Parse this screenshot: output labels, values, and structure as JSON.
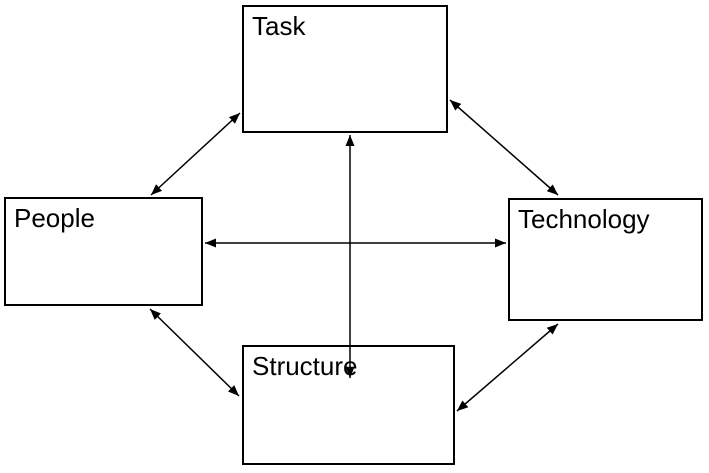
{
  "diagram": {
    "nodes": {
      "task": {
        "label": "Task"
      },
      "people": {
        "label": "People"
      },
      "technology": {
        "label": "Technology"
      },
      "structure": {
        "label": "Structure"
      }
    },
    "edges": [
      {
        "from": "Task",
        "to": "People",
        "arrowheads": "both"
      },
      {
        "from": "Task",
        "to": "Technology",
        "arrowheads": "both"
      },
      {
        "from": "Task",
        "to": "Structure",
        "arrowheads": "both"
      },
      {
        "from": "People",
        "to": "Technology",
        "arrowheads": "both"
      },
      {
        "from": "People",
        "to": "Structure",
        "arrowheads": "both"
      },
      {
        "from": "Structure",
        "to": "Technology",
        "arrowheads": "both"
      }
    ],
    "colors": {
      "background": "#ffffff",
      "box_fill": "#ffffff",
      "box_border": "#000000",
      "line": "#000000",
      "text": "#000000"
    }
  }
}
